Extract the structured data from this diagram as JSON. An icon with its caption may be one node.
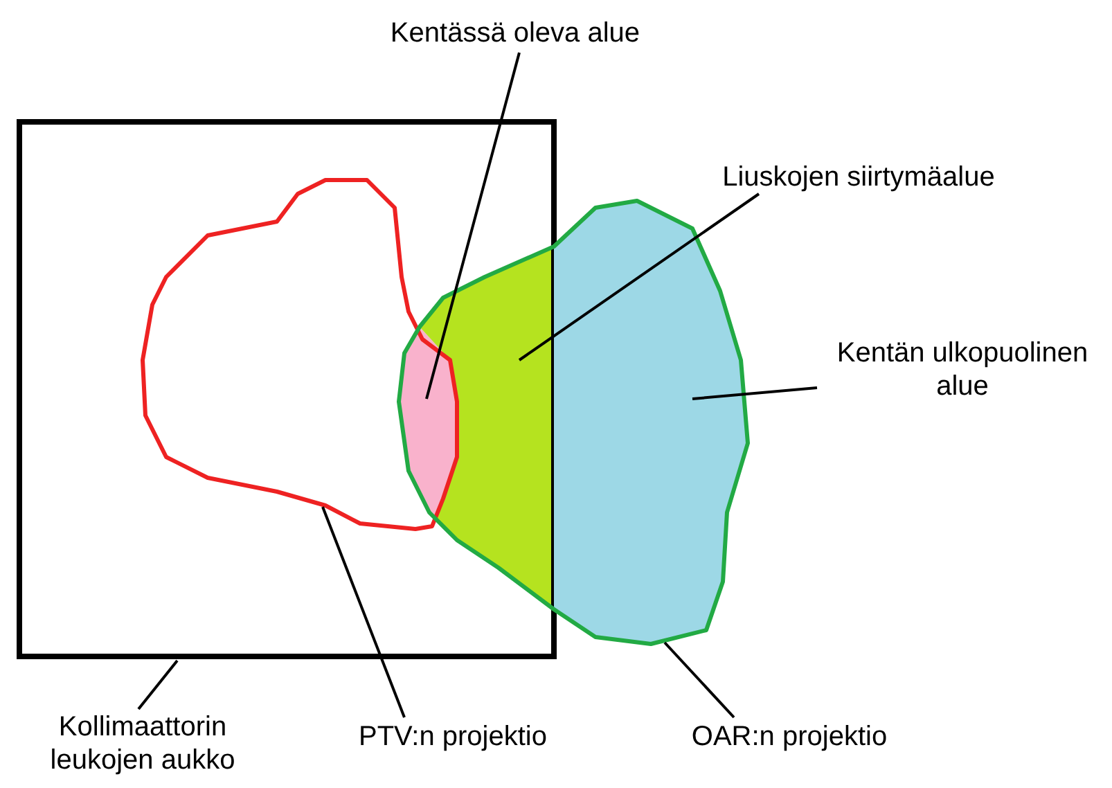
{
  "diagram": {
    "nodes": [
      {
        "text": [
          "Kentässä oleva alue"
        ]
      },
      {
        "text": [],
        "shape": "blob"
      },
      {
        "text": [
          "Liuskojen siirtymäalue"
        ]
      },
      {
        "text": [],
        "shape": "blob"
      },
      {
        "text": [
          "Kentän ulkopuolinen alue"
        ]
      },
      {
        "text": [],
        "shape": "blob",
        "in": 11
      },
      {
        "text": [
          "Kollimaattorin leukojen aukko"
        ]
      },
      {
        "text": [],
        "shape": "box"
      },
      {
        "text": [
          "PTV:n projektio"
        ]
      },
      {
        "text": [],
        "shape": "blob",
        "in": 7
      },
      {
        "text": [
          "OAR:n projektio"
        ]
      },
      {
        "text": [],
        "shape": "blob"
      }
    ],
    "edges": [
      {
        "from": 0,
        "to": 1,
        "arrow": "none"
      },
      {
        "from": 2,
        "to": 3,
        "arrow": "none"
      },
      {
        "from": 4,
        "to": 5,
        "arrow": "none"
      },
      {
        "from": 6,
        "to": 7,
        "arrow": "none"
      },
      {
        "from": 8,
        "to": 9,
        "arrow": "none"
      },
      {
        "from": 10,
        "to": 11,
        "arrow": "none"
      }
    ]
  }
}
